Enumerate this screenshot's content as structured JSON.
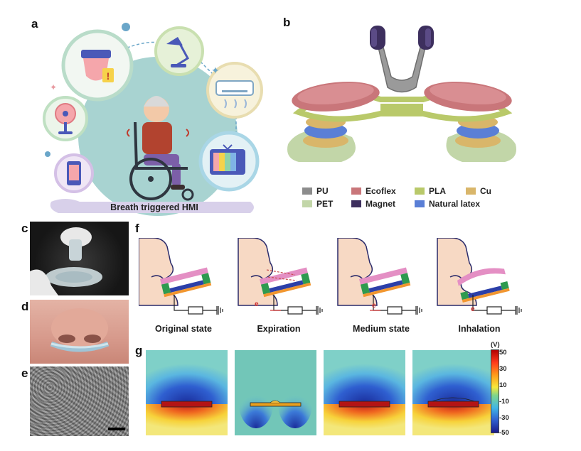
{
  "panels": {
    "a": "a",
    "b": "b",
    "c": "c",
    "d": "d",
    "e": "e",
    "f": "f",
    "g": "g"
  },
  "panel_a": {
    "banner": "Breath triggered HMI"
  },
  "panel_b": {
    "legend": [
      {
        "label": "PU",
        "color": "#8c8c8c"
      },
      {
        "label": "Ecoflex",
        "color": "#c9767a"
      },
      {
        "label": "PLA",
        "color": "#b9c96a"
      },
      {
        "label": "Cu",
        "color": "#d9b66a"
      },
      {
        "label": "PET",
        "color": "#c2d6a8"
      },
      {
        "label": "Magnet",
        "color": "#3d2f5e"
      },
      {
        "label": "Natural latex",
        "color": "#5a7fd6"
      }
    ]
  },
  "panel_f": {
    "states": [
      "Original state",
      "Expiration",
      "Medium state",
      "Inhalation"
    ],
    "electron": "e"
  },
  "panel_g": {
    "unit": "(V)",
    "ticks": [
      "50",
      "30",
      "10",
      "-10",
      "-30",
      "-50"
    ]
  },
  "colors": {
    "teal": "#a8d3d1",
    "field_red": "#d42020",
    "field_blue": "#2b3fa8"
  }
}
